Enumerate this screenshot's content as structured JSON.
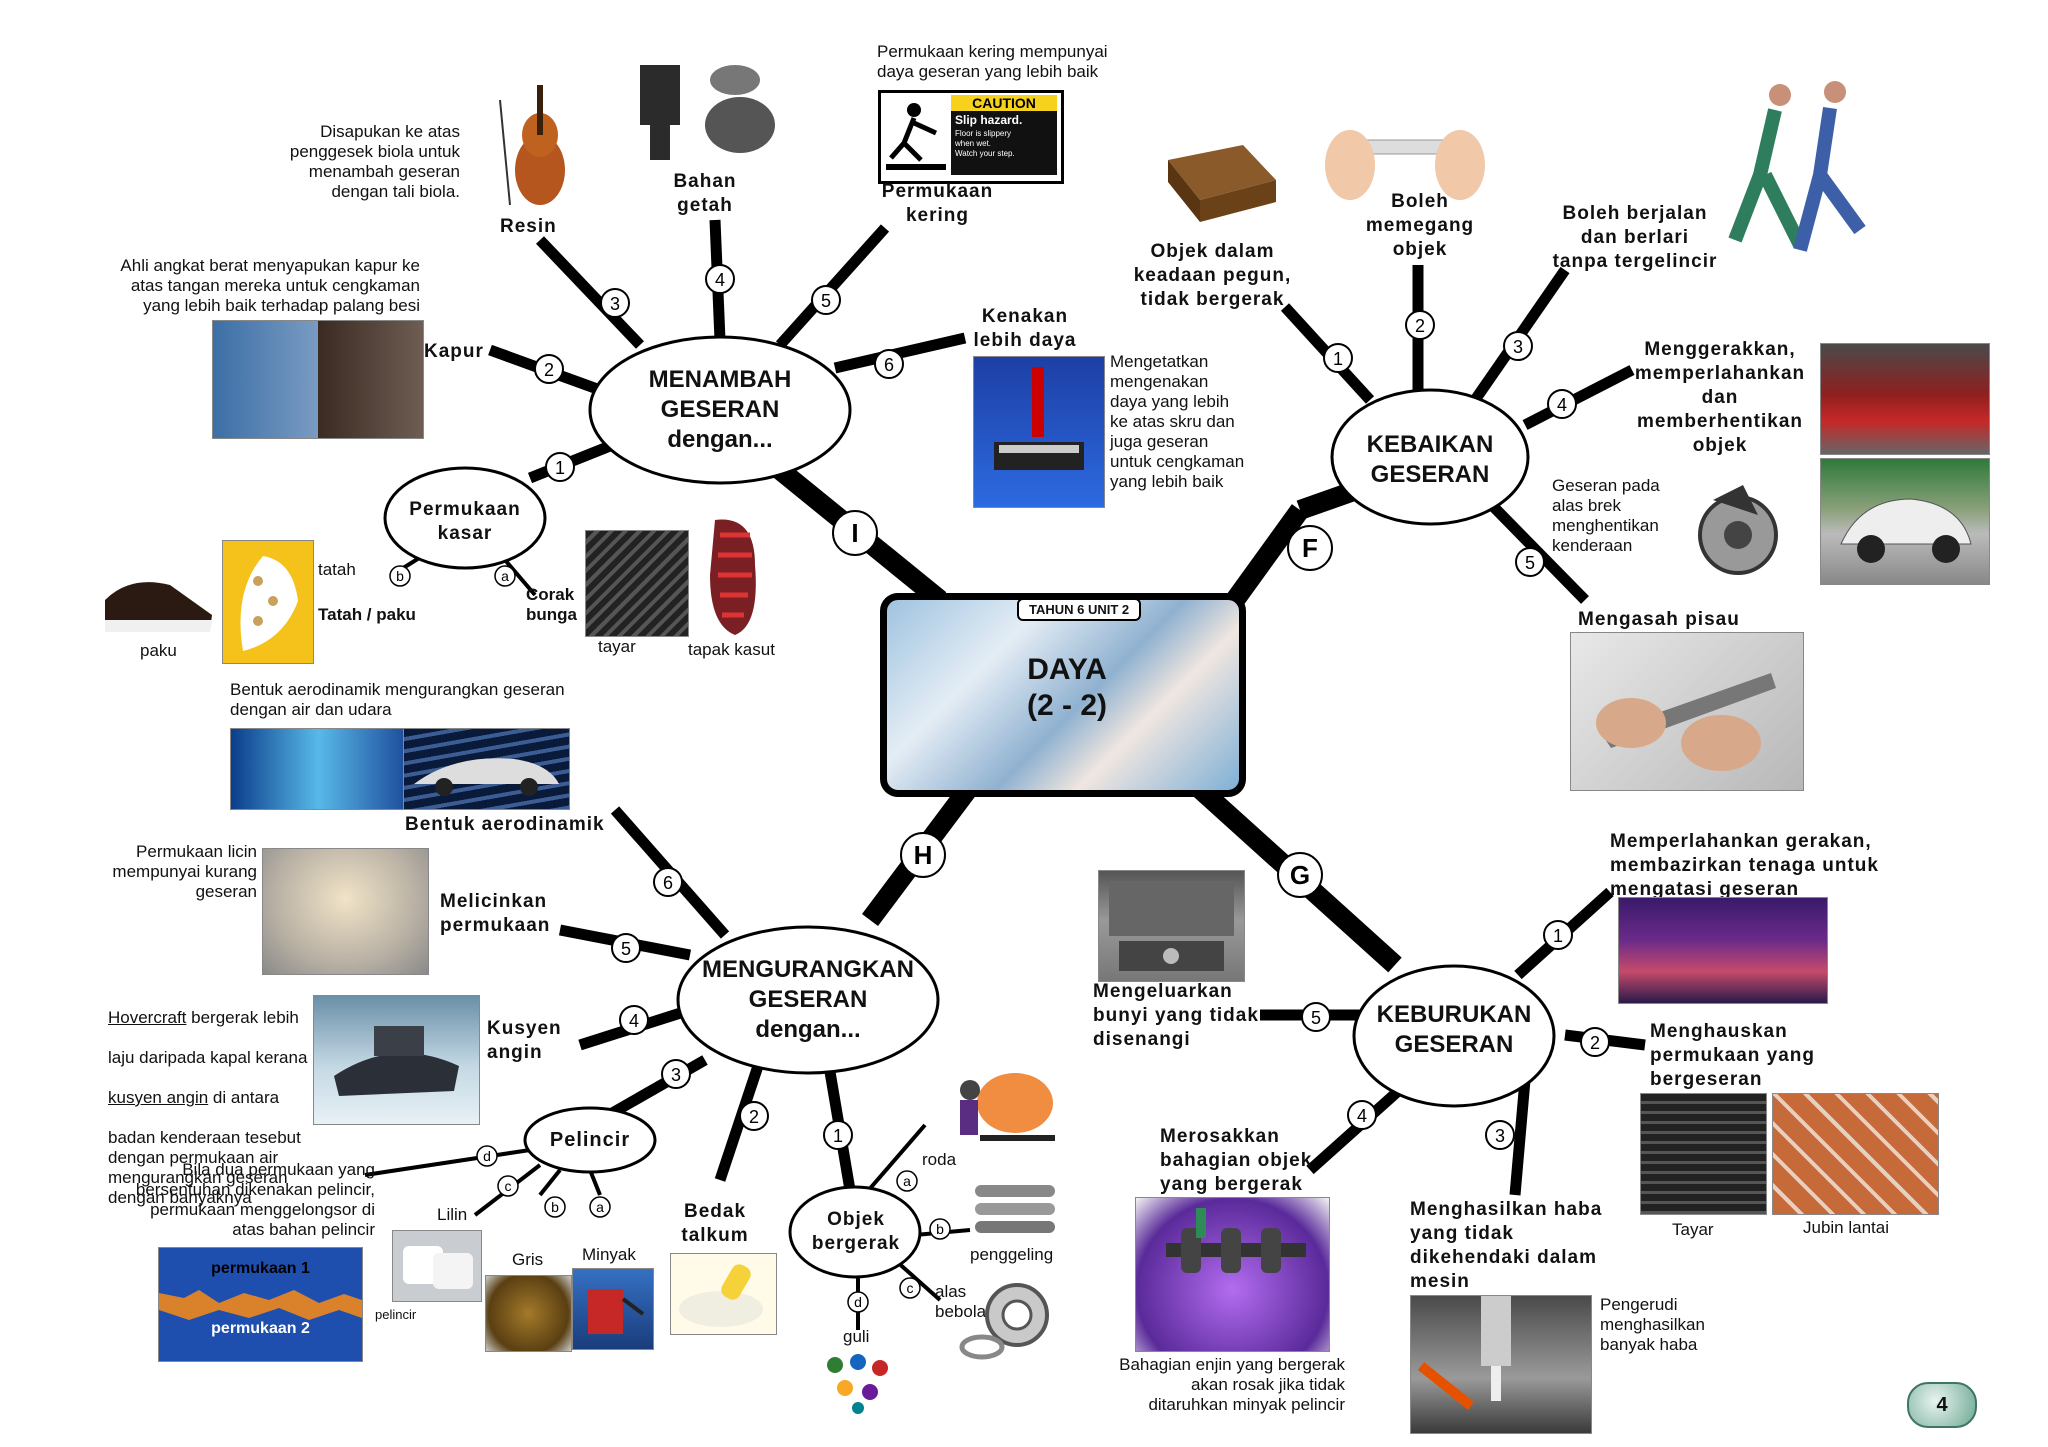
{
  "center": {
    "tag": "TAHUN 6  UNIT 2",
    "title_line1": "DAYA",
    "title_line2": "(2 - 2)"
  },
  "page_number": "4",
  "hubs": {
    "tambah": {
      "line1": "MENAMBAH",
      "line2": "GESERAN",
      "line3": "dengan..."
    },
    "kebaikan": {
      "line1": "KEBAIKAN",
      "line2": "GESERAN"
    },
    "kurang": {
      "line1": "MENGURANGKAN",
      "line2": "GESERAN",
      "line3": "dengan..."
    },
    "keburukan": {
      "line1": "KEBURUKAN",
      "line2": "GESERAN"
    }
  },
  "branch_letters": {
    "I": "I",
    "F": "F",
    "H": "H",
    "G": "G"
  },
  "numbers": [
    "1",
    "2",
    "3",
    "4",
    "5",
    "6"
  ],
  "sub_letters": [
    "a",
    "b",
    "c",
    "d"
  ],
  "tambah": {
    "resin": "Resin",
    "resin_note": "Disapukan ke atas\npenggesek biola untuk\nmenambah geseran\ndengan tali biola.",
    "getah": "Bahan\ngetah",
    "kering": "Permukaan\nkering",
    "kering_note": "Permukaan kering mempunyai\ndaya geseran yang lebih baik",
    "caution_title": "CAUTION",
    "caution_sub": "Slip hazard.",
    "caution_small": "Floor is slippery\nwhen wet.\nWatch your step.",
    "kapur": "Kapur",
    "kapur_note": "Ahli angkat berat menyapukan kapur ke\natas tangan mereka untuk cengkaman\nyang lebih baik terhadap palang besi",
    "daya": "Kenakan\nlebih daya",
    "daya_note": "Mengetatkan\nmengenakan\ndaya yang lebih\nke atas skru dan\njuga geseran\nuntuk cengkaman\nyang lebih baik",
    "kasar": "Permukaan\nkasar",
    "tatah_paku": "Tatah / paku",
    "tatah": "tatah",
    "paku": "paku",
    "corak": "Corak\nbunga",
    "tayar": "tayar",
    "kasut": "tapak kasut"
  },
  "kebaikan": {
    "pegun": "Objek dalam\nkeadaan pegun,\ntidak bergerak",
    "pegang": "Boleh\nmemegang\nobjek",
    "jalan": "Boleh berjalan\ndan berlari\ntanpa tergelincir",
    "gerak": "Menggerakkan,\nmemperlahankan\ndan\nmemberhentikan\nobjek",
    "brek_note": "Geseran pada\nalas brek\nmenghentikan\nkenderaan",
    "pisau": "Mengasah pisau"
  },
  "kurang": {
    "aero_note": "Bentuk aerodinamik mengurangkan geseran\ndengan air dan udara",
    "aero": "Bentuk   aerodinamik",
    "licin_note": "Permukaan licin\nmempunyai kurang\ngeseran",
    "licin": "Melicinkan\npermukaan",
    "kusyen": "Kusyen\nangin",
    "hover_word": "Hovercraft",
    "hover_rest1": " bergerak lebih",
    "hover_line2": "laju daripada kapal kerana",
    "kusyen_word": "kusyen angin",
    "hover_rest3": " di antara",
    "hover_rest4": "badan kenderaan tesebut\ndengan permukaan air\nmengurangkan geseran\ndengan banyaknya",
    "pelincir": "Pelincir",
    "pelincir_note": "Bila dua permukaan yang\nbersentuhan dikenakan pelincir,\npermukaan menggelongsor di\natas bahan pelincir",
    "lilin": "Lilin",
    "gris": "Gris",
    "minyak": "Minyak",
    "perm1": "permukaan 1",
    "perm2": "permukaan 2",
    "pelincir_small": "pelincir",
    "talkum": "Bedak\ntalkum",
    "bergerak": "Objek\nbergerak",
    "roda": "roda",
    "penggeling": "penggeling",
    "bebola": "alas\nbebola",
    "guli": "guli"
  },
  "keburukan": {
    "perlahan": "Memperlahankan gerakan,\nmembazirkan tenaga untuk\nmengatasi geseran",
    "haus": "Menghauskan\npermukaan yang\nbergeseran",
    "tayar": "Tayar",
    "jubin": "Jubin lantai",
    "haba": "Menghasilkan haba\nyang tidak\ndikehendaki dalam\nmesin",
    "gerudi_note": "Pengerudi\nmenghasilkan\nbanyak haba",
    "rosak": "Merosakkan\nbahagian objek\nyang bergerak",
    "enjin_note": "Bahagian enjin yang bergerak\nakan rosak jika tidak\nditaruhkan minyak pelincir",
    "bunyi": "Mengeluarkan\nbunyi yang tidak\ndisenangi"
  },
  "colors": {
    "line": "#000000",
    "caution_yellow": "#f6d21d",
    "water_blue": "#1f4fae",
    "sand": "#d9822b"
  }
}
